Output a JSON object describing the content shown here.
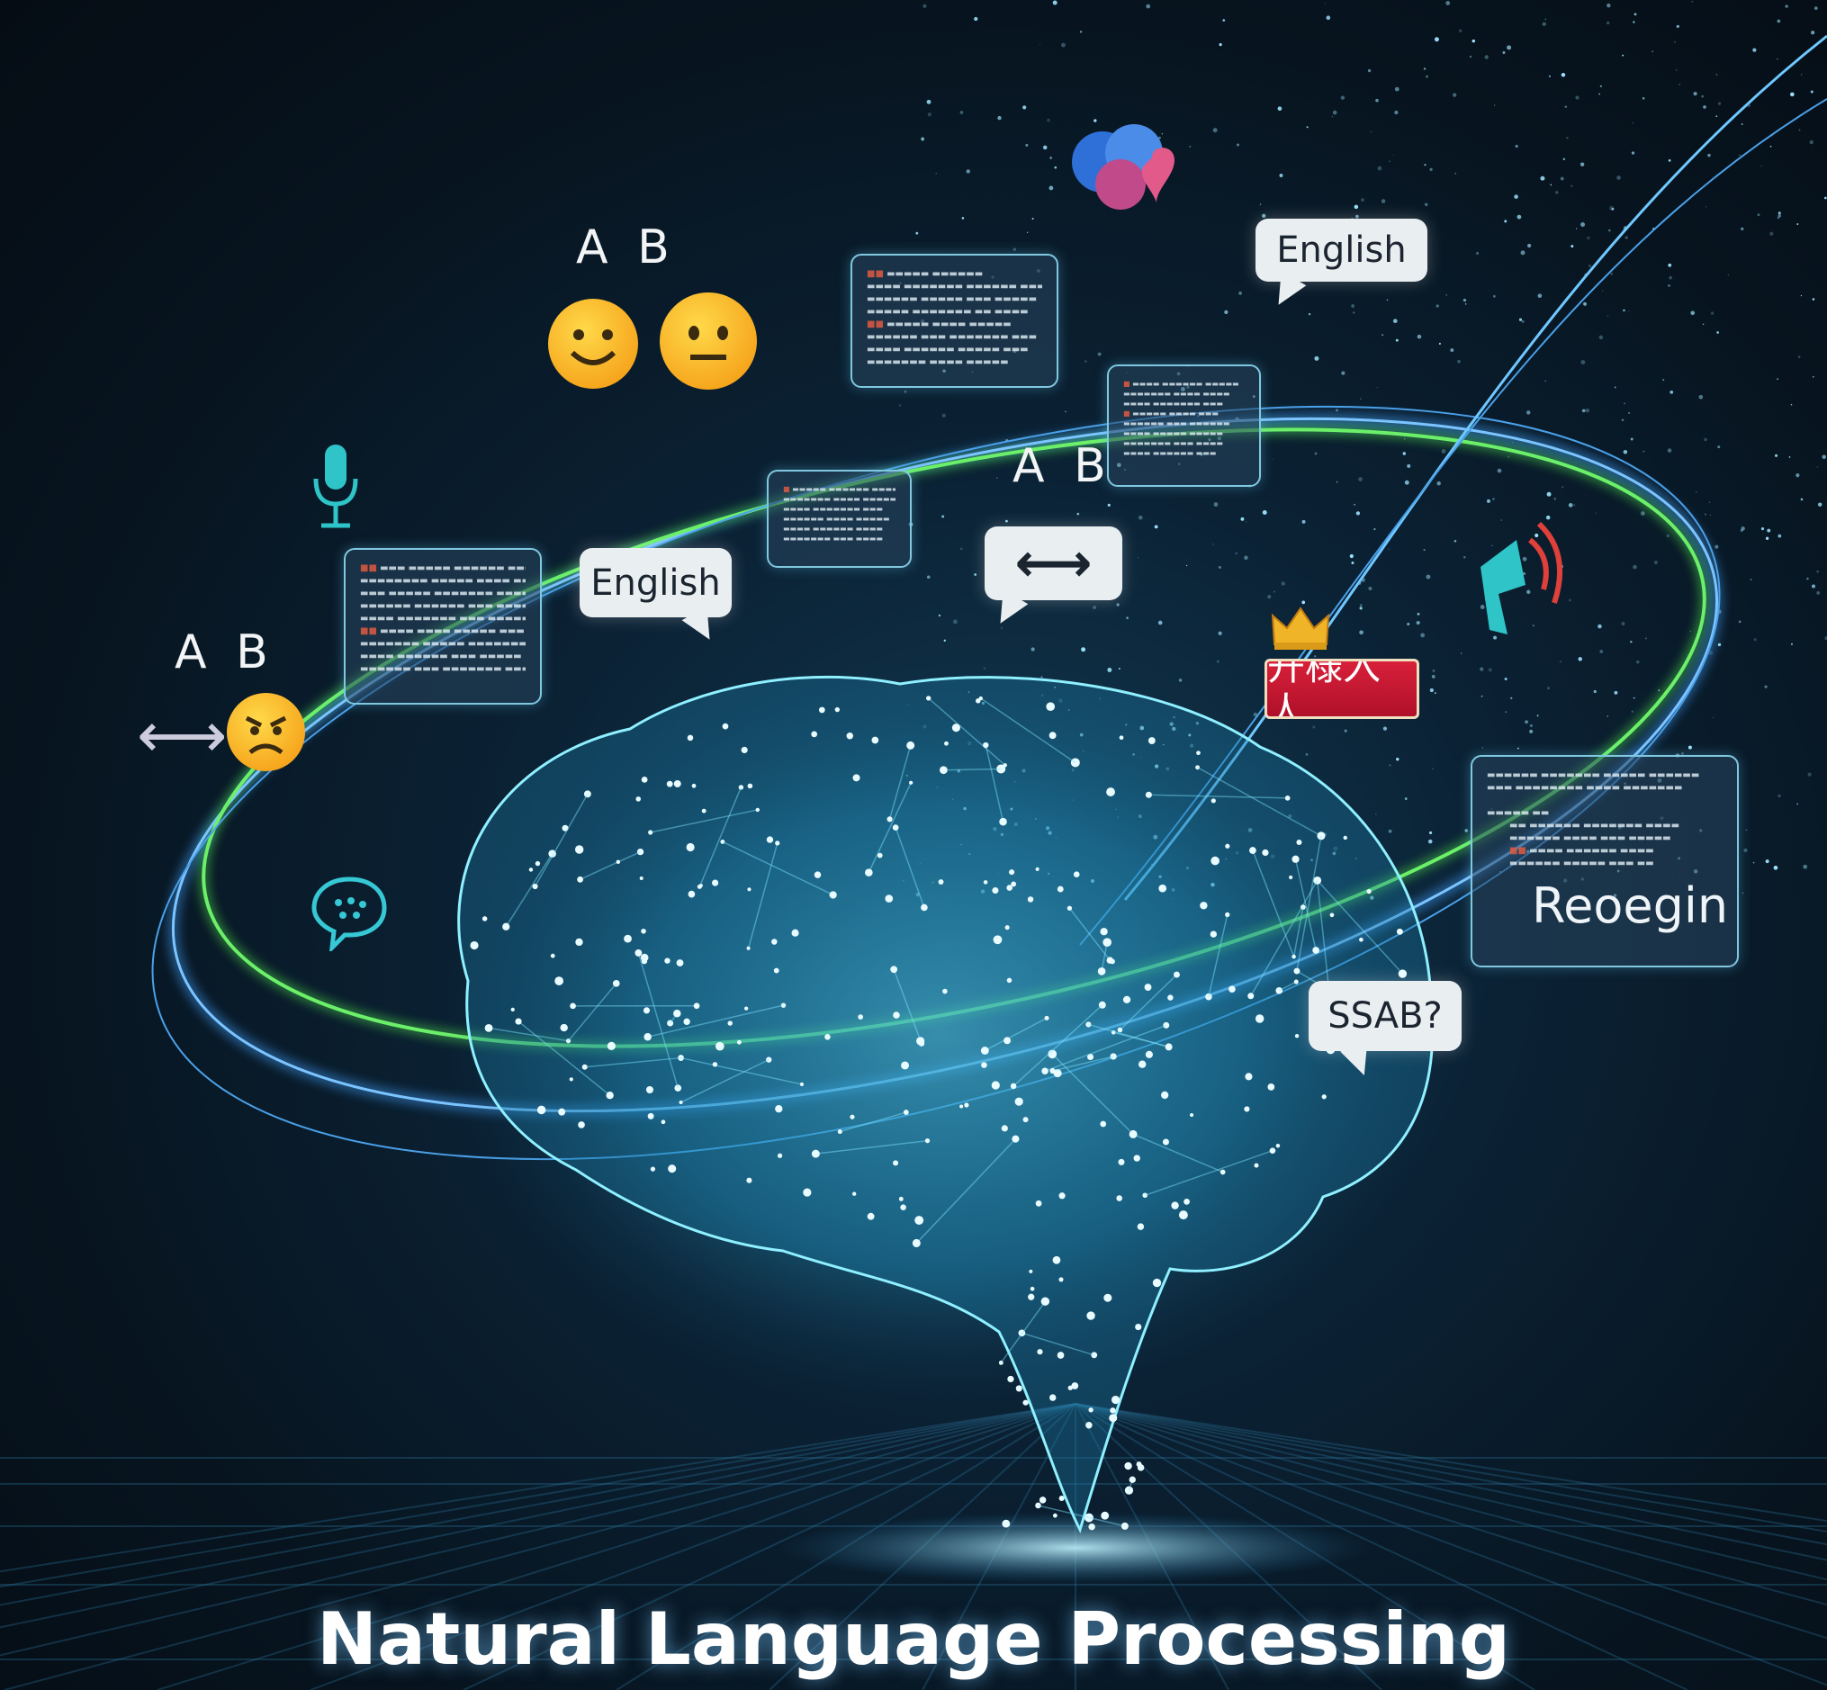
{
  "title": "Natural Language Processing",
  "labels": {
    "english_top": "English",
    "english_left": "English",
    "ab_top": "A B",
    "ab_mid": "A B",
    "ab_left": "A B",
    "ssab": "SSAB?",
    "panel_word": "Reoegin",
    "sign_text": "开様入人"
  },
  "icons": [
    "smiley-face-icon",
    "neutral-face-icon",
    "angry-face-icon",
    "microphone-icon",
    "chat-bubble-icon",
    "bidirectional-arrow-icon",
    "heart-balloons-icon",
    "crown-icon",
    "speaker-sound-icon"
  ],
  "colors": {
    "accent_cyan": "#5fe0ff",
    "accent_green": "#4fe04a",
    "orbit_blue": "#3a8fe0",
    "background": "#07141f"
  }
}
